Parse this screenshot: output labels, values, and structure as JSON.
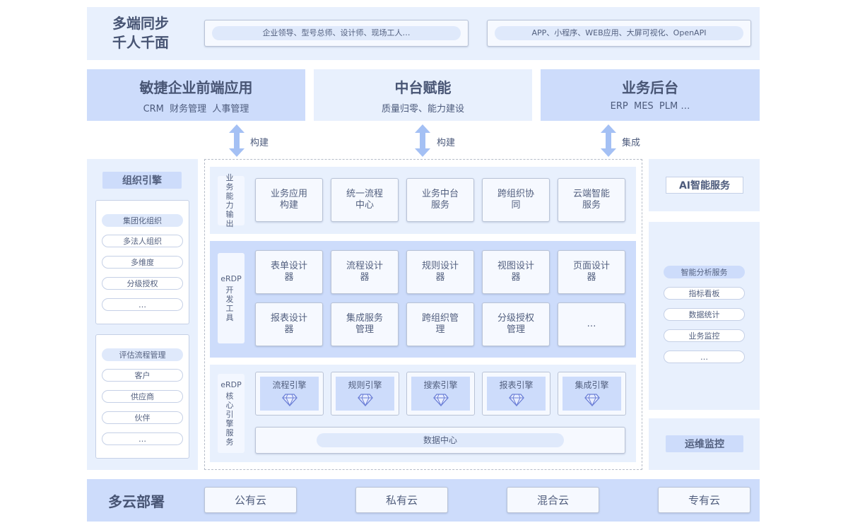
{
  "top": {
    "title_line1": "多端同步",
    "title_line2": "千人千面",
    "users": "企业领导、型号总师、设计师、现场工人…",
    "channels": "APP、小程序、WEB应用、大屏可视化、OpenAPI"
  },
  "tiers": [
    {
      "title": "敏捷企业前端应用",
      "subtitle": "CRM  财务管理  人事管理",
      "arrow_label": "构建"
    },
    {
      "title": "中台赋能",
      "subtitle": "质量归零、能力建设",
      "arrow_label": "构建"
    },
    {
      "title": "业务后台",
      "subtitle": "ERP  MES  PLM …",
      "arrow_label": "集成"
    }
  ],
  "left": {
    "title": "组织引擎",
    "group1": {
      "header": "集团化组织",
      "items": [
        "多法人组织",
        "多维度",
        "分级授权",
        "…"
      ]
    },
    "group2": {
      "header": "评估流程管理",
      "items": [
        "客户",
        "供应商",
        "伙伴",
        "…"
      ]
    }
  },
  "center": {
    "row1": {
      "label": "业务能力输出",
      "items": [
        "业务应用构建",
        "统一流程中心",
        "业务中台服务",
        "跨组织协同",
        "云端智能服务"
      ]
    },
    "row2": {
      "label_en": "eRDP",
      "label": "开发工具",
      "items": [
        "表单设计器",
        "流程设计器",
        "规则设计器",
        "视图设计器",
        "页面设计器",
        "报表设计器",
        "集成服务管理",
        "跨组织管理",
        "分级授权管理",
        "…"
      ]
    },
    "row3": {
      "label_en": "eRDP",
      "label": "核心引擎服务",
      "engines": [
        "流程引擎",
        "规则引擎",
        "搜索引擎",
        "报表引擎",
        "集成引擎"
      ],
      "data_center": "数据中心"
    }
  },
  "right": {
    "ai": "AI智能服务",
    "analysis": {
      "header": "智能分析服务",
      "items": [
        "指标看板",
        "数据统计",
        "业务监控",
        "…"
      ]
    },
    "ops": "运维监控"
  },
  "bottom": {
    "title": "多云部署",
    "clouds": [
      "公有云",
      "私有云",
      "混合云",
      "专有云"
    ]
  }
}
